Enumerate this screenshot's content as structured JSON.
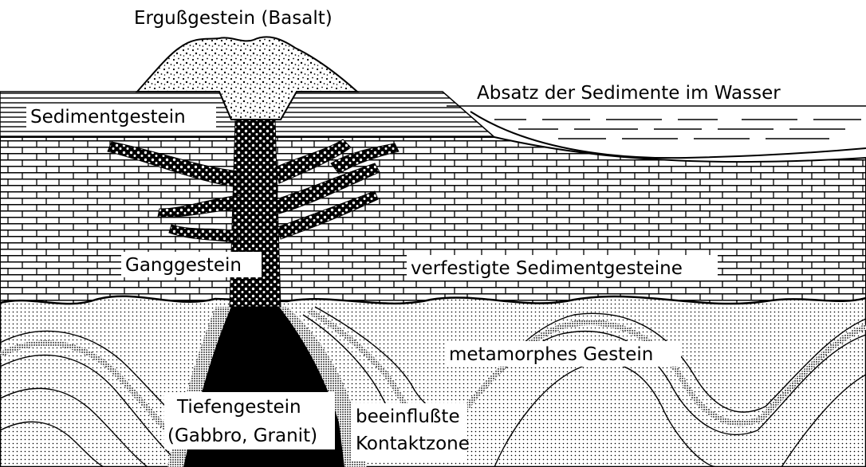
{
  "labels": {
    "extrusive": "Ergußgestein (Basalt)",
    "sedimentation": "Absatz der Sedimente im Wasser",
    "sedimentary_rock": "Sedimentgestein",
    "dike_rock": "Ganggestein",
    "consolidated_sediments": "verfestigte Sedimentgesteine",
    "metamorphic_rock": "metamorphes Gestein",
    "plutonic_rock_line1": "Tiefengestein",
    "plutonic_rock_line2": "(Gabbro, Granit)",
    "contact_zone_line1": "beeinflußte",
    "contact_zone_line2": "Kontaktzone"
  },
  "colors": {
    "ink": "#000000",
    "paper": "#ffffff"
  }
}
